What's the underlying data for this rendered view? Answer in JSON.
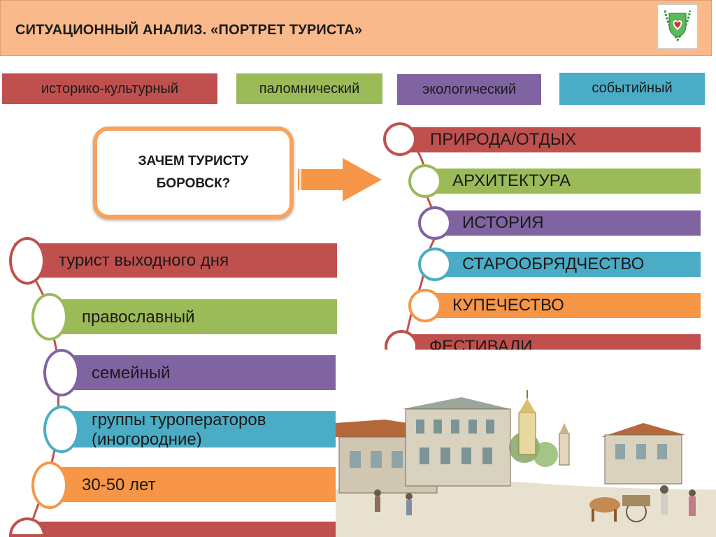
{
  "header": {
    "title": "СИТУАЦИОННЫЙ АНАЛИЗ. «ПОРТРЕТ ТУРИСТА»"
  },
  "tourism_types": [
    {
      "label": "историко-культурный",
      "color": "#c0504d"
    },
    {
      "label": "паломнический",
      "color": "#9bbb59"
    },
    {
      "label": "экологический",
      "color": "#8064a2"
    },
    {
      "label": "событийный",
      "color": "#4bacc6"
    }
  ],
  "question": {
    "line1": "ЗАЧЕМ ТУРИСТУ",
    "line2": "БОРОВСК?"
  },
  "reasons": [
    {
      "label": "ПРИРОДА/ОТДЫХ",
      "color": "#c0504d"
    },
    {
      "label": "АРХИТЕКТУРА",
      "color": "#9bbb59"
    },
    {
      "label": "ИСТОРИЯ",
      "color": "#8064a2"
    },
    {
      "label": "СТАРООБРЯДЧЕСТВО",
      "color": "#4bacc6"
    },
    {
      "label": "КУПЕЧЕСТВО",
      "color": "#f79646"
    },
    {
      "label": "ФЕСТИВАЛИ",
      "color": "#c0504d"
    }
  ],
  "profiles": [
    {
      "line1": "турист выходного дня",
      "line2": "",
      "color": "#c0504d"
    },
    {
      "line1": "православный",
      "line2": "",
      "color": "#9bbb59"
    },
    {
      "line1": "семейный",
      "line2": "",
      "color": "#8064a2"
    },
    {
      "line1": "группы туроператоров",
      "line2": "(иногородние)",
      "color": "#4bacc6"
    },
    {
      "line1": "30-50 лет",
      "line2": "",
      "color": "#f79646"
    },
    {
      "line1": "",
      "line2": "",
      "color": "#c0504d"
    }
  ]
}
